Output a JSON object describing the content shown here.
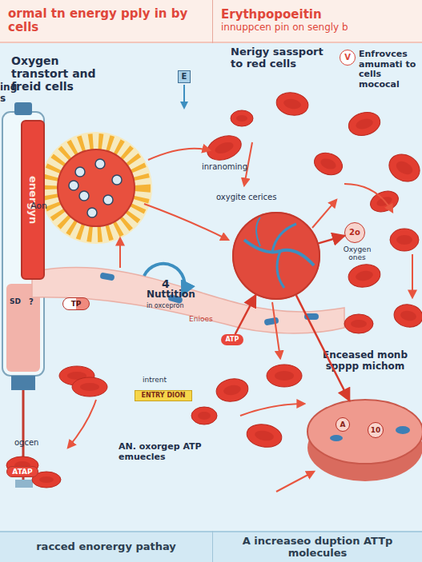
{
  "diagram": {
    "nodes": [
      {
        "text": [
          "ormal tn energy pply in by cells"
        ]
      },
      {
        "text": [
          "Erythpopoeitin",
          "innuppcen pin on sengly b"
        ]
      },
      {
        "text": [
          "E"
        ]
      },
      {
        "text": [
          "V"
        ]
      },
      {
        "text": [
          "energyn"
        ]
      },
      {
        "text": [
          "oxygite cerices"
        ]
      },
      {
        "text": [
          "2o"
        ]
      },
      {
        "text": [
          "TP"
        ]
      },
      {
        "text": [
          "ATP"
        ]
      },
      {
        "text": [
          "ENTRY DION"
        ]
      },
      {
        "text": [
          "Enceased monb spppp michom"
        ]
      },
      {
        "text": [
          "A"
        ],
        "in": 10
      },
      {
        "text": [
          "10"
        ],
        "in": 10
      },
      {
        "text": [
          "ATAP"
        ]
      },
      {
        "text": [
          "racced enorergy pathay"
        ]
      },
      {
        "text": [
          "A increaseo duption ATTp molecules"
        ]
      }
    ],
    "edges": [
      {
        "from": 8,
        "to": 5,
        "arrow": "to"
      },
      {
        "from": 5,
        "to": 6,
        "arrow": "to"
      },
      {
        "from": 5,
        "to": 10,
        "arrow": "to"
      }
    ],
    "labels": [
      "ing s",
      "Oxygen transtort and freid cells",
      "Nerigy sassport to red cells",
      "Enfrovces amumati to cells mococal",
      "inranoming",
      "Aon",
      "Oxygen ones",
      "4",
      "Nuttition",
      "in oxcepron",
      "SD",
      "?",
      "Enioes",
      "intrent",
      "ogcen",
      "AN. oxorgep ATP emuecles"
    ]
  }
}
